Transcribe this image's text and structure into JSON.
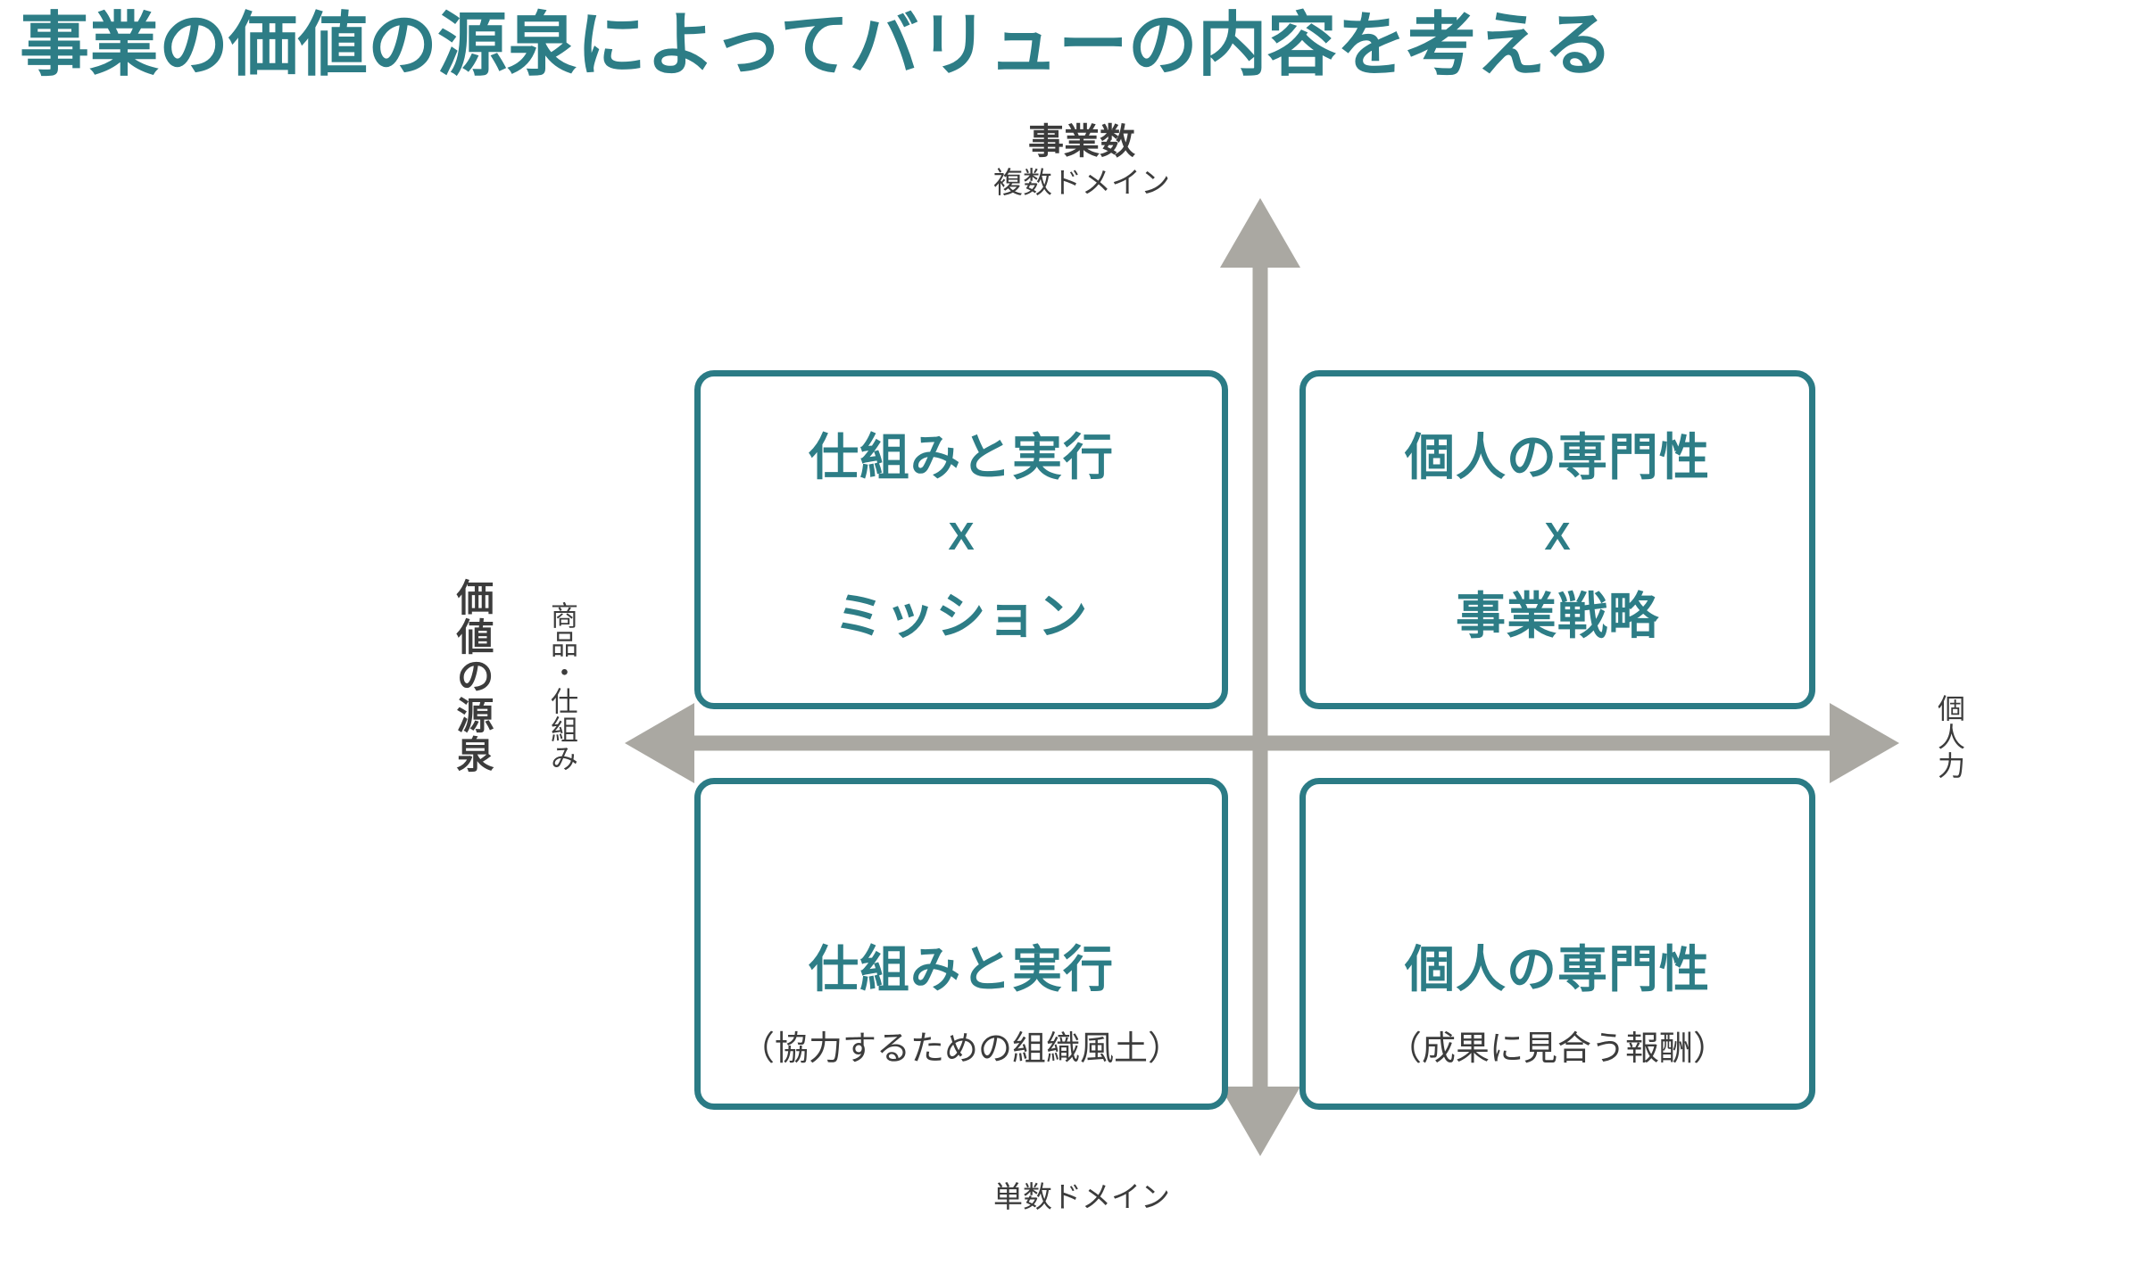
{
  "title": "事業の価値の源泉によってバリューの内容を考える",
  "colors": {
    "teal": "#2d7d86",
    "box_border": "#2b7b85",
    "axis_gray": "#aaa8a2",
    "text_dark": "#3c3c3c",
    "background": "#ffffff"
  },
  "axes": {
    "top": {
      "main_label": "事業数",
      "sub_label": "複数ドメイン"
    },
    "bottom": {
      "sub_label": "単数ドメイン"
    },
    "left": {
      "main_label": "価値の源泉",
      "sub_label": "商品・仕組み"
    },
    "right": {
      "sub_label": "個人力"
    }
  },
  "quadrants": {
    "top_left": {
      "line1": "仕組みと実行",
      "operator": "X",
      "line2": "ミッション"
    },
    "top_right": {
      "line1": "個人の専門性",
      "operator": "X",
      "line2": "事業戦略"
    },
    "bottom_left": {
      "line1": "仕組みと実行",
      "note": "（協力するための組織風土）"
    },
    "bottom_right": {
      "line1": "個人の専門性",
      "note": "（成果に見合う報酬）"
    }
  }
}
